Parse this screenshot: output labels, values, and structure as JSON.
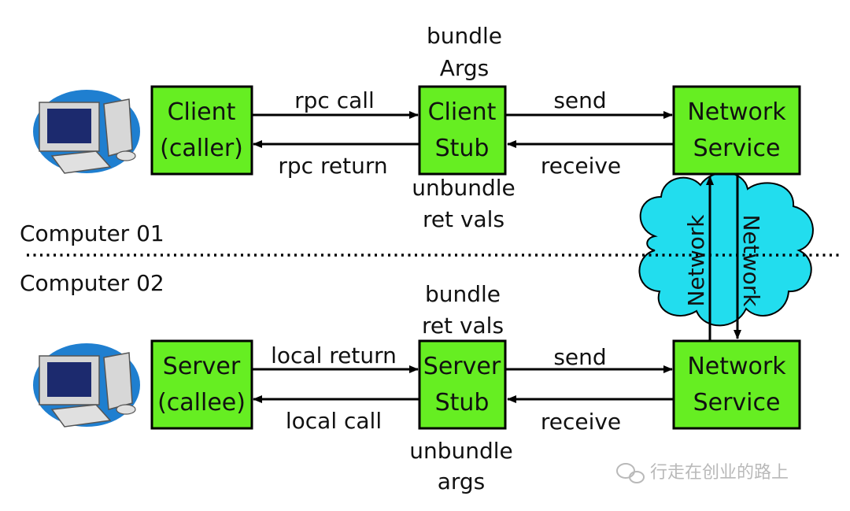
{
  "computers": {
    "top_label": "Computer 01",
    "bottom_label": "Computer 02"
  },
  "top": {
    "client": [
      "Client",
      "(caller)"
    ],
    "client_stub": [
      "Client",
      "Stub"
    ],
    "network_service": [
      "Network",
      "Service"
    ],
    "rpc_call": "rpc call",
    "rpc_return": "rpc return",
    "send": "send",
    "receive": "receive",
    "above_stub": [
      "bundle",
      "Args"
    ],
    "below_stub": [
      "unbundle",
      "ret vals"
    ]
  },
  "bottom": {
    "server": [
      "Server",
      "(callee)"
    ],
    "server_stub": [
      "Server",
      "Stub"
    ],
    "network_service": [
      "Network",
      "Service"
    ],
    "local_return": "local return",
    "local_call": "local call",
    "send": "send",
    "receive": "receive",
    "above_stub": [
      "bundle",
      "ret vals"
    ],
    "below_stub": [
      "unbundle",
      "args"
    ]
  },
  "network": {
    "left_label": "Network",
    "right_label": "Network"
  },
  "watermark": "行走在创业的路上",
  "colors": {
    "box_fill": "#66ee22",
    "cloud_fill": "#22ddee",
    "line": "#000000"
  }
}
